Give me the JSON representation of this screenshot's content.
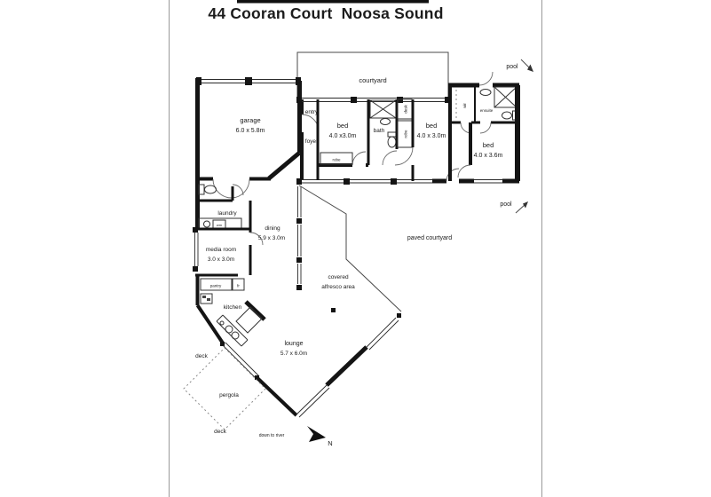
{
  "title": "44 Cooran Court  Noosa Sound",
  "colors": {
    "wall": "#141414",
    "text": "#1b1b1b",
    "window": "#2a2a2a"
  },
  "labels": {
    "courtyard": "courtyard",
    "pool_top": "pool",
    "pool_bottom": "pool",
    "entry": "entry",
    "foyer": "foyer",
    "bath": "bath",
    "desk": "desk",
    "robe_closet": "robe",
    "robe_bed1": "robe",
    "wir": "wir",
    "ensuite": "ensuite",
    "laundry": "laundry",
    "wm": "wm",
    "paved_courtyard": "paved courtyard",
    "alfresco_line1": "covered",
    "alfresco_line2": "alfresco area",
    "pantry": "pantry",
    "fridge": "fr",
    "kitchen": "kitchen",
    "deck_upper": "deck",
    "deck_lower": "deck",
    "pergola": "pergola",
    "down_to_river": "down to river",
    "north": "N"
  },
  "rooms": {
    "garage": {
      "name": "garage",
      "dim": "6.0 x 5.8m"
    },
    "bed1": {
      "name": "bed",
      "dim": "4.0 x3.0m"
    },
    "bed2": {
      "name": "bed",
      "dim": "4.0 x 3.0m"
    },
    "bed3": {
      "name": "bed",
      "dim": "4.0 x 3.6m"
    },
    "dining": {
      "name": "dining",
      "dim": "5.9 x 3.0m"
    },
    "media": {
      "name": "media room",
      "dim": "3.0 x 3.0m"
    },
    "lounge": {
      "name": "lounge",
      "dim": "5.7 x 6.0m"
    }
  }
}
